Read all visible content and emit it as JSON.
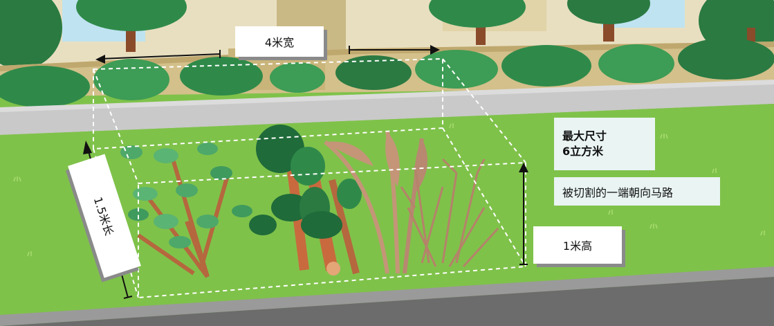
{
  "dimensions": {
    "width_label": "4米宽",
    "length_label": "1.5米长",
    "height_label": "1米高"
  },
  "info": {
    "max_size_title": "最大尺寸",
    "max_size_value": "6立方米",
    "cut_end_note": "被切割的一端朝向马路"
  },
  "colors": {
    "grass": "#7fc24a",
    "footpath": "#c9c9c9",
    "road": "#6c6c6c",
    "wall": "#d3c08a",
    "hedge": "#2f8a4a",
    "outline": "#ffffff",
    "label_card": "#ffffff",
    "info_box": "#e9f4f3"
  }
}
